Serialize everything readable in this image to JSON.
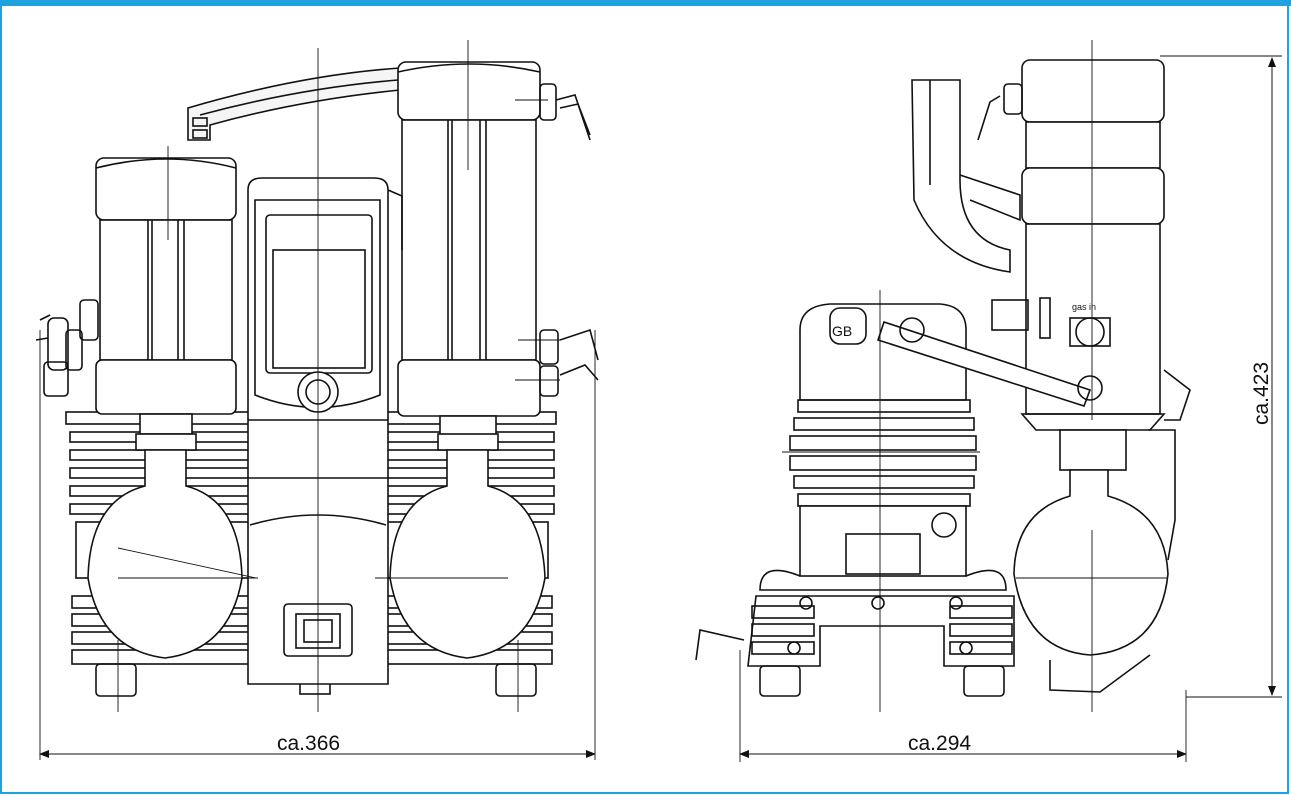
{
  "colors": {
    "frame": "#1fa3e0",
    "line": "#111111"
  },
  "dimensions": {
    "front_width": "ca.366",
    "side_width": "ca.294",
    "height": "ca.423"
  },
  "labels": {
    "side_badge": "GB",
    "gas_in": "gas in"
  }
}
